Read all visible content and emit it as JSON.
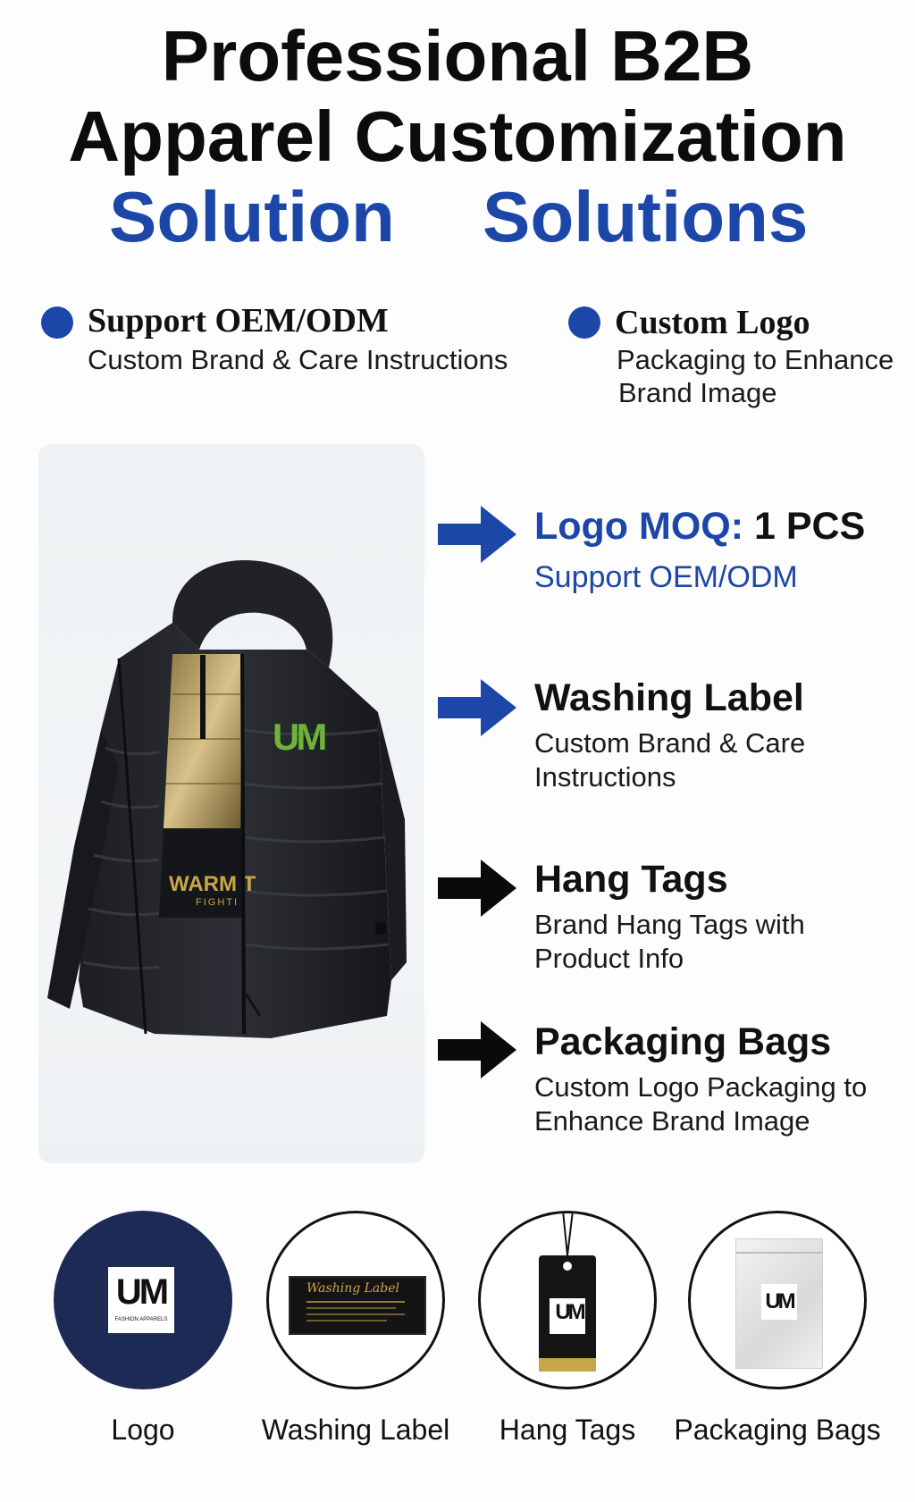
{
  "title": {
    "line1": "Professional B2B",
    "line2": "Apparel Customization",
    "line3_left": "Solution",
    "line3_right": "Solutions"
  },
  "features": [
    {
      "heading": "Support OEM/ODM",
      "sub": "Custom Brand & Care Instructions"
    },
    {
      "heading": "Custom Logo",
      "sub_line1": "Packaging to Enhance",
      "sub_line2": "Brand Image"
    }
  ],
  "jacket": {
    "chest_logo": "UM",
    "hem_text": "WARM T",
    "hem_sub": "FIGHTI"
  },
  "items": [
    {
      "title_blue": "Logo MOQ:",
      "title_black": " 1 PCS",
      "sub_line1": "Support OEM/ODM",
      "arrow_color": "#1c47a8"
    },
    {
      "title": "Washing Label",
      "sub_line1": "Custom Brand & Care",
      "sub_line2": "Instructions",
      "arrow_color": "#1c47a8"
    },
    {
      "title": "Hang Tags",
      "sub_line1": "Brand Hang Tags with",
      "sub_line2": "Product Info",
      "arrow_color": "#0a0a0a"
    },
    {
      "title": "Packaging Bags",
      "sub_line1": "Custom Logo Packaging to",
      "sub_line2": "Enhance Brand Image",
      "arrow_color": "#0a0a0a"
    }
  ],
  "circles": [
    {
      "label": "Logo",
      "brand": "UM",
      "brand_sub": "FASHION APPARELS"
    },
    {
      "label": "Washing Label",
      "tag_text": "Washing Label"
    },
    {
      "label": "Hang Tags",
      "brand": "UM"
    },
    {
      "label": "Packaging Bags",
      "brand": "UM"
    }
  ],
  "colors": {
    "brand_blue": "#1c47a8",
    "navy": "#1c2a55",
    "logo_green": "#6fb43a",
    "gold": "#c9a64a"
  }
}
